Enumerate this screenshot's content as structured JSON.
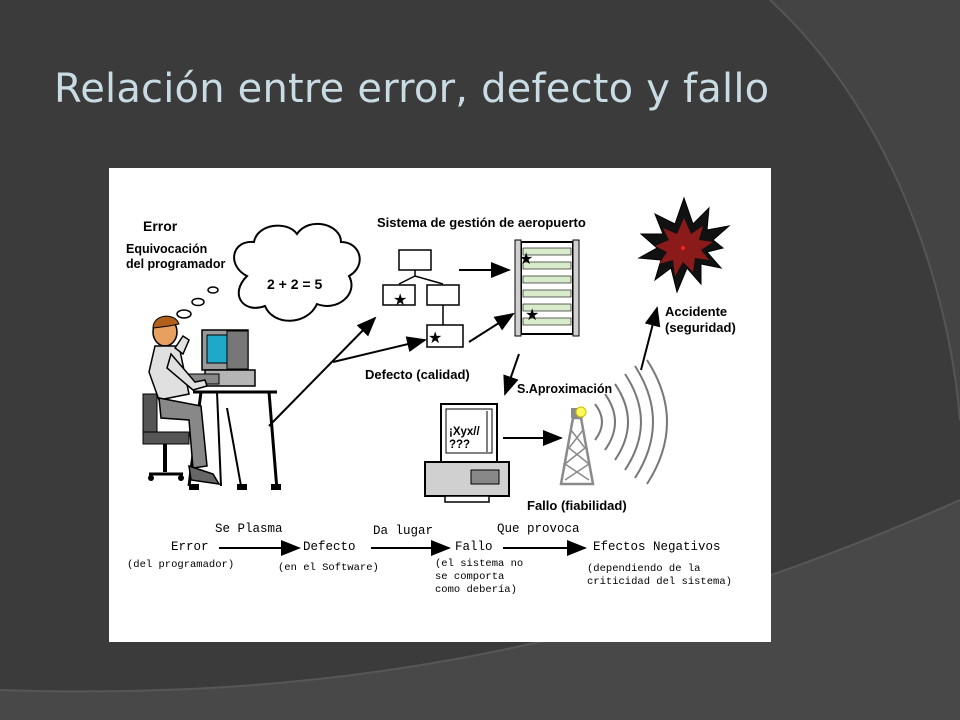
{
  "slide": {
    "title": "Relación entre error, defecto y fallo",
    "colors": {
      "background": "#3b3b3b",
      "title": "#c9dbe3",
      "figure_bg": "#ffffff"
    }
  },
  "diagram": {
    "error": {
      "title": "Error",
      "desc_line1": "Equivocación",
      "desc_line2": "del programador",
      "thought": "2 + 2 = 5"
    },
    "system": {
      "title": "Sistema de gestión de aeropuerto",
      "defect_label": "Defecto (calidad)"
    },
    "accident": {
      "line1": "Accidente",
      "line2": "(seguridad)"
    },
    "approach": {
      "label": "S.Aproximación"
    },
    "screen": {
      "line1": "¡Xyx//",
      "line2": "???"
    },
    "failure": {
      "label": "Fallo (fiabilidad)"
    },
    "flow": {
      "steps": [
        {
          "name": "Error",
          "note_lines": [
            "(del programador)"
          ]
        },
        {
          "name": "Defecto",
          "note_lines": [
            "(en el Software)"
          ]
        },
        {
          "name": "Fallo",
          "note_lines": [
            "(el sistema no",
            "se comporta",
            "como debería)"
          ]
        },
        {
          "name": "Efectos Negativos",
          "note_lines": [
            "(dependiendo de la",
            "criticidad del sistema)"
          ]
        }
      ],
      "transitions": [
        "Se Plasma",
        "Da lugar",
        "Que provoca"
      ]
    }
  }
}
